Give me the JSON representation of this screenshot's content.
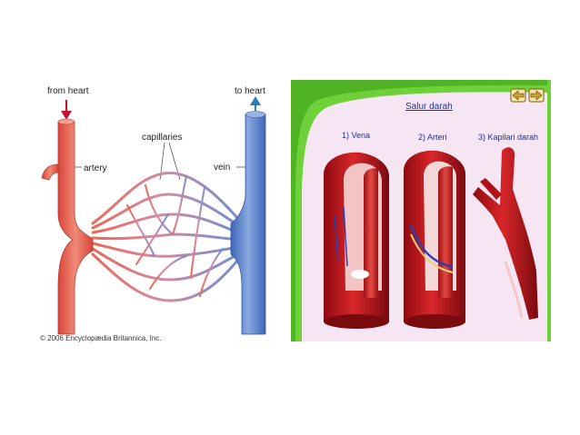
{
  "left_diagram": {
    "label_from_heart": "from heart",
    "label_to_heart": "to heart",
    "label_capillaries": "capillaries",
    "label_artery": "artery",
    "label_vein": "vein",
    "copyright": "© 2006 Encyclopædia Britannica, Inc.",
    "colors": {
      "artery": "#e8695a",
      "vein": "#5a80c8",
      "arrow_in": "#c8102e",
      "arrow_out": "#2a7fb8"
    }
  },
  "right_diagram": {
    "title": "Salur darah",
    "label_vena": "1) Vena",
    "label_arteri": "2) Arteri",
    "label_kapilari": "3) Kapilari darah",
    "nav_back_icon": "hand-pointing-left-icon",
    "nav_next_icon": "hand-pointing-right-icon",
    "colors": {
      "background": "#f6e6f3",
      "frame": "#6fd13a",
      "vessel": "#c8141c"
    }
  }
}
